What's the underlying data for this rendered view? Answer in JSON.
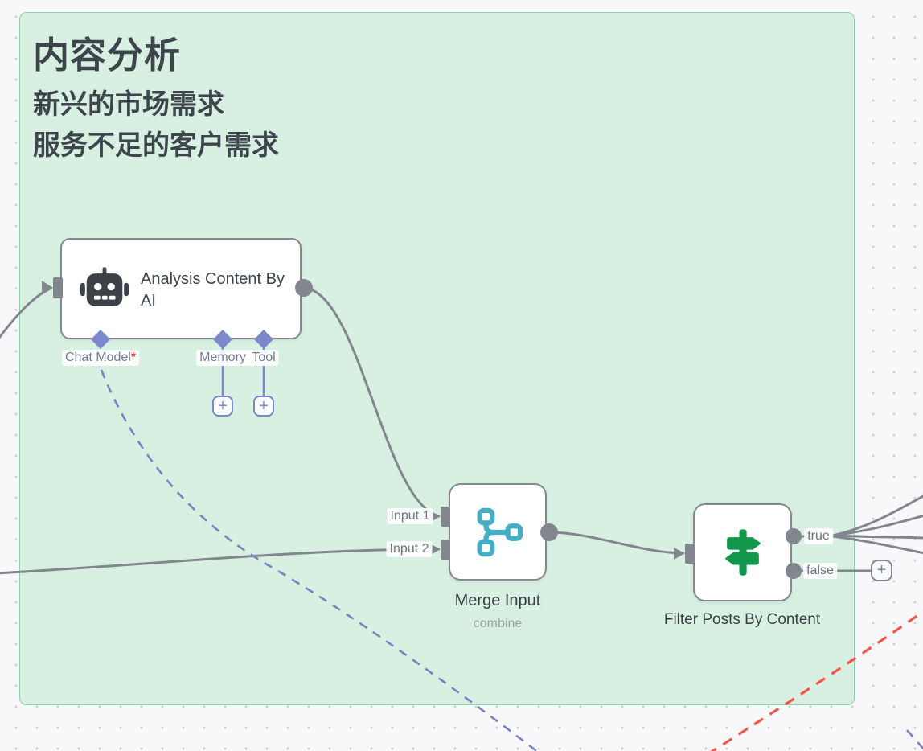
{
  "sticky_note": {
    "title": "内容分析",
    "body_line1": "新兴的市场需求",
    "body_line2": "服务不足的客户需求"
  },
  "nodes": {
    "ai": {
      "title": "Analysis Content By AI",
      "ports": {
        "chat_model": "Chat Model",
        "chat_model_required": "*",
        "memory": "Memory",
        "tool": "Tool"
      },
      "add_memory_label": "+",
      "add_tool_label": "+"
    },
    "merge": {
      "title": "Merge Input",
      "subtitle": "combine",
      "input_1": "Input 1",
      "input_2": "Input 2"
    },
    "filter": {
      "title": "Filter Posts By Content",
      "output_true": "true",
      "output_false": "false",
      "add_false_label": "+"
    }
  },
  "icons": {
    "ai": "robot-icon",
    "merge": "merge-branches-icon",
    "filter": "signpost-icon"
  },
  "colors": {
    "sticky_bg": "#d7f0e2",
    "sticky_border": "#8ad1a8",
    "connector_gray": "#82868e",
    "connector_indigo": "#7d87cb",
    "dashed_indigo": "#7884c2",
    "dashed_red": "#f3564a",
    "icon_teal": "#45aec6",
    "icon_green": "#12984c",
    "icon_dark": "#3d4249",
    "node_border": "#85898f",
    "title_text": "#3e444b"
  }
}
